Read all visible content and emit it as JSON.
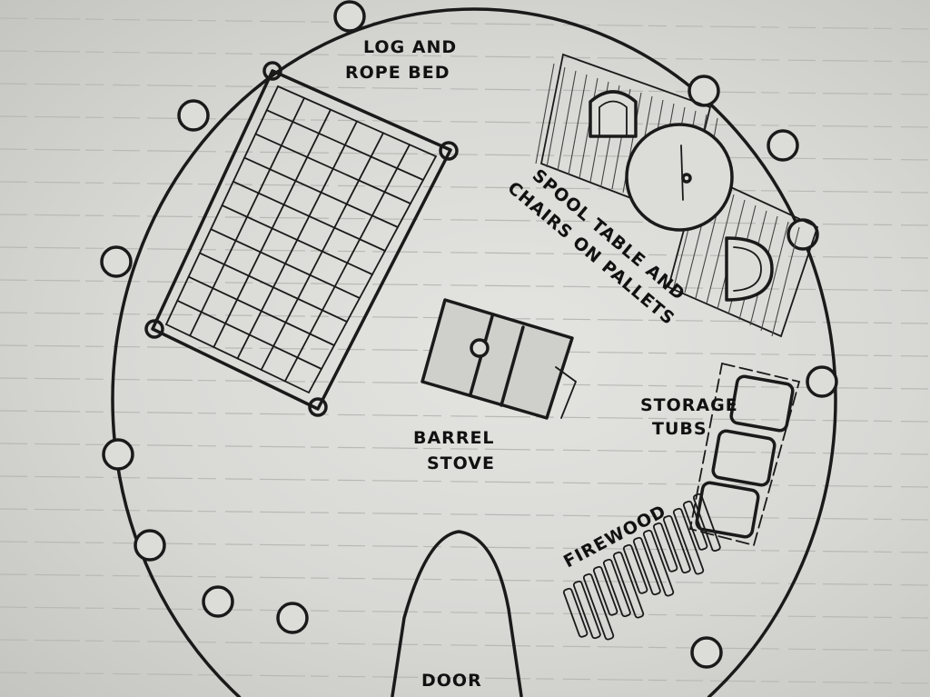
{
  "labels": {
    "bed_line1": "LOG AND",
    "bed_line2": "ROPE BED",
    "spool_line1": "SPOOL TABLE AND",
    "spool_line2": "CHAIRS ON PALLETS",
    "stove_line1": "BARREL",
    "stove_line2": "STOVE",
    "tubs_line1": "STORAGE",
    "tubs_line2": "TUBS",
    "firewood": "FIREWOOD",
    "door": "DOOR"
  },
  "colors": {
    "ink": "#1a1a1a",
    "paper": "#dcdcd9"
  }
}
